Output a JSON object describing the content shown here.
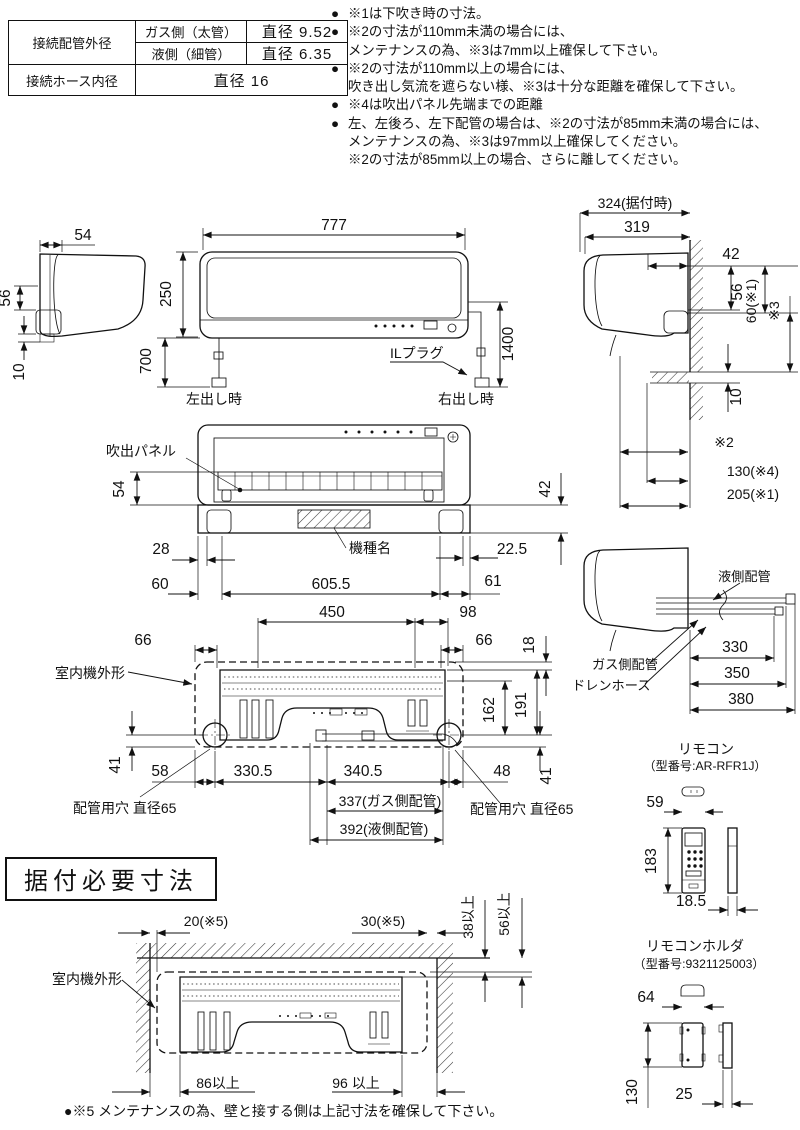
{
  "spec": {
    "r1_label": "接続配管外径",
    "r1a_name": "ガス側（太管）",
    "r1a_value": "直径 9.52",
    "r1b_name": "液側（細管）",
    "r1b_value": "直径 6.35",
    "r2_label": "接続ホース内径",
    "r2_value": "直径 16"
  },
  "notes": [
    {
      "b": "●",
      "t": "※1は下吹き時の寸法。"
    },
    {
      "b": "●",
      "t": "※2の寸法が110mm未満の場合には、"
    },
    {
      "b": "",
      "t": "メンテナンスの為、※3は7mm以上確保して下さい。"
    },
    {
      "b": "●",
      "t": "※2の寸法が110mm以上の場合には、"
    },
    {
      "b": "",
      "t": "吹き出し気流を遮らない様、※3は十分な距離を確保して下さい。"
    },
    {
      "b": "●",
      "t": "※4は吹出パネル先端までの距離"
    },
    {
      "b": "●",
      "t": "左、左後ろ、左下配管の場合は、※2の寸法が85mm未満の場合には、"
    },
    {
      "b": "",
      "t": "メンテナンスの為、※3は97mm以上確保してください。"
    },
    {
      "b": "",
      "t": "※2の寸法が85mm以上の場合、さらに離してください。"
    }
  ],
  "sideL": {
    "d54": "54",
    "d56": "56",
    "d10": "10"
  },
  "front": {
    "d777": "777",
    "d250": "250",
    "d700": "700",
    "d1400": "1400",
    "plug": "ILプラグ",
    "left_out": "左出し時",
    "right_out": "右出し時"
  },
  "wall": {
    "d324": "324(据付時)",
    "d319": "319",
    "d42": "42",
    "d56": "56",
    "d60": "60(※1)",
    "s3": "※3",
    "d10": "10",
    "s2": "※2",
    "d130": "130(※4)",
    "d205": "205(※1)"
  },
  "panel": {
    "label_panel": "吹出パネル",
    "d54": "54",
    "d42": "42",
    "d28": "28",
    "d22_5": "22.5",
    "d60": "60",
    "d605_5": "605.5",
    "d61": "61",
    "model": "機種名"
  },
  "rear": {
    "d450": "450",
    "d98": "98",
    "d66l": "66",
    "d66r": "66",
    "d18": "18",
    "d162": "162",
    "d191": "191",
    "d41l": "41",
    "d41r": "41",
    "d58": "58",
    "d330_5": "330.5",
    "d340_5": "340.5",
    "d48": "48",
    "d337": "337(ガス側配管)",
    "d392": "392(液側配管)",
    "outline": "室内機外形",
    "hole_l": "配管用穴 直径65",
    "hole_r": "配管用穴 直径65"
  },
  "piping": {
    "liquid": "液側配管",
    "gas": "ガス側配管",
    "drain": "ドレンホース",
    "d330": "330",
    "d350": "350",
    "d380": "380"
  },
  "remote": {
    "title": "リモコン",
    "model": "（型番号:AR-RFR1J）",
    "d59": "59",
    "d183": "183",
    "d18_5": "18.5"
  },
  "holder": {
    "title": "リモコンホルダ",
    "model": "（型番号:9321125003）",
    "d64": "64",
    "d130": "130",
    "d25": "25"
  },
  "install": {
    "title": "据付必要寸法",
    "d20": "20(※5)",
    "d30": "30(※5)",
    "d38": "38以上",
    "d56": "56以上",
    "d86": "86以上",
    "d96": "96 以上",
    "outline": "室内機外形",
    "note": "●※5 メンテナンスの為、壁と接する側は上記寸法を確保して下さい。"
  }
}
